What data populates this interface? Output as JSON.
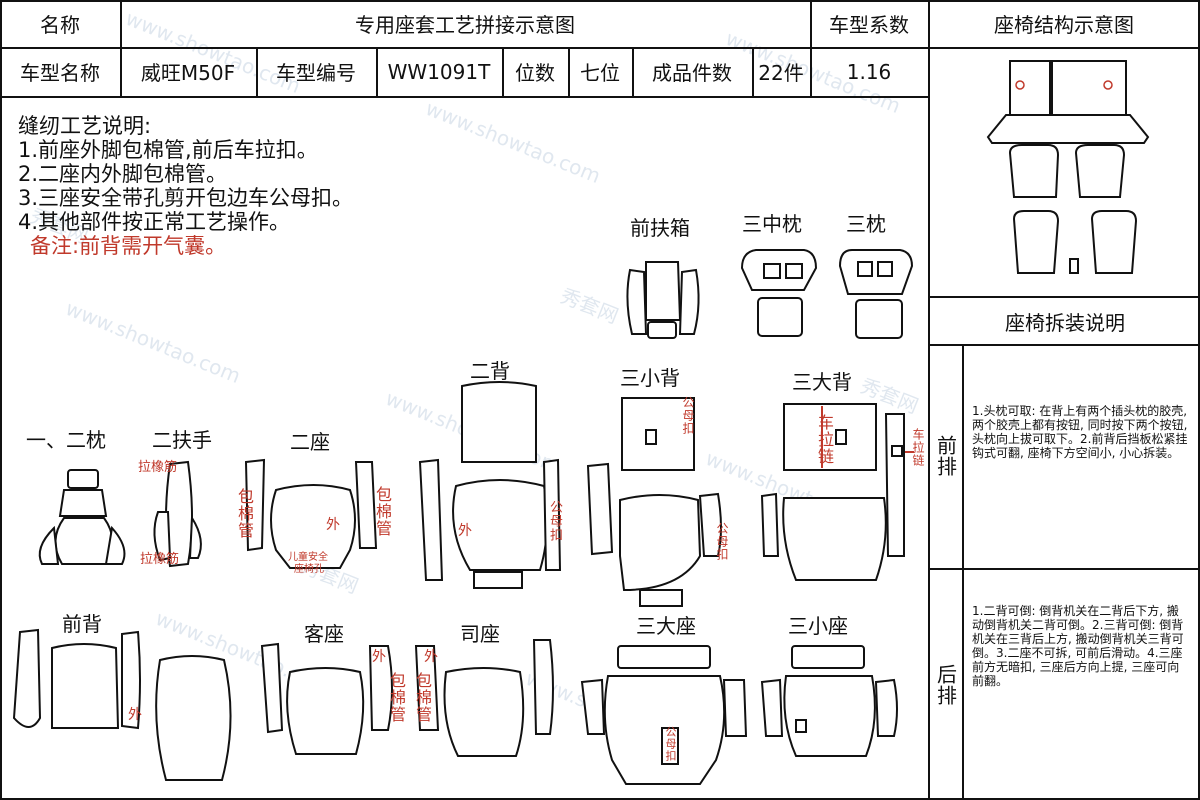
{
  "header": {
    "name_label": "名称",
    "title": "专用座套工艺拼接示意图",
    "coef_label": "车型系数",
    "structure_title": "座椅结构示意图"
  },
  "info": {
    "model_name_label": "车型名称",
    "model_name": "威旺M50F",
    "model_code_label": "车型编号",
    "model_code": "WW1091T",
    "seats_label": "位数",
    "seats": "七位",
    "pieces_label": "成品件数",
    "pieces": "22件",
    "coefficient": "1.16"
  },
  "notes": {
    "title": "缝纫工艺说明:",
    "items": [
      "1.前座外脚包棉管,前后车拉扣。",
      "2.二座内外脚包棉管。",
      "3.三座安全带孔剪开包边车公母扣。",
      "4.其他部件按正常工艺操作。"
    ],
    "remark": "备注:前背需开气囊。"
  },
  "parts": {
    "front_armbox": "前扶箱",
    "third_mid_pillow": "三中枕",
    "third_pillow": "三枕",
    "second_back": "二背",
    "third_small_back": "三小背",
    "third_big_back": "三大背",
    "pillow_12": "一、二枕",
    "second_armrest": "二扶手",
    "second_seat": "二座",
    "front_back": "前背",
    "passenger_seat": "客座",
    "driver_seat": "司座",
    "third_big_seat": "三大座",
    "third_small_seat": "三小座"
  },
  "marks": {
    "elastic": "拉橡筋",
    "foam_pipe": "包棉管",
    "outer": "外",
    "snap": "公母扣",
    "zipper": "车拉链",
    "child_seat_hole_1": "儿童安全",
    "child_seat_hole_2": "座椅孔"
  },
  "right_panel": {
    "disassembly_title": "座椅拆装说明",
    "front_row_label": "前排",
    "rear_row_label": "后排",
    "front_text": "1.头枕可取: 在背上有两个插头枕的胶壳, 两个胶壳上都有按钮, 同时按下两个按钮, 头枕向上拔可取下。2.前背后挡板松紧挂钩式可翻, 座椅下方空间小, 小心拆装。",
    "rear_text": "1.二背可倒: 倒背机关在二背后下方, 搬动倒背机关二背可倒。2.三背可倒: 倒背机关在三背后上方, 搬动倒背机关三背可倒。3.二座不可拆, 可前后滑动。4.三座前方无暗扣, 三座后方向上提, 三座可向前翻。"
  },
  "watermark": {
    "site": "www.showtao.com",
    "brand": "秀套网"
  }
}
